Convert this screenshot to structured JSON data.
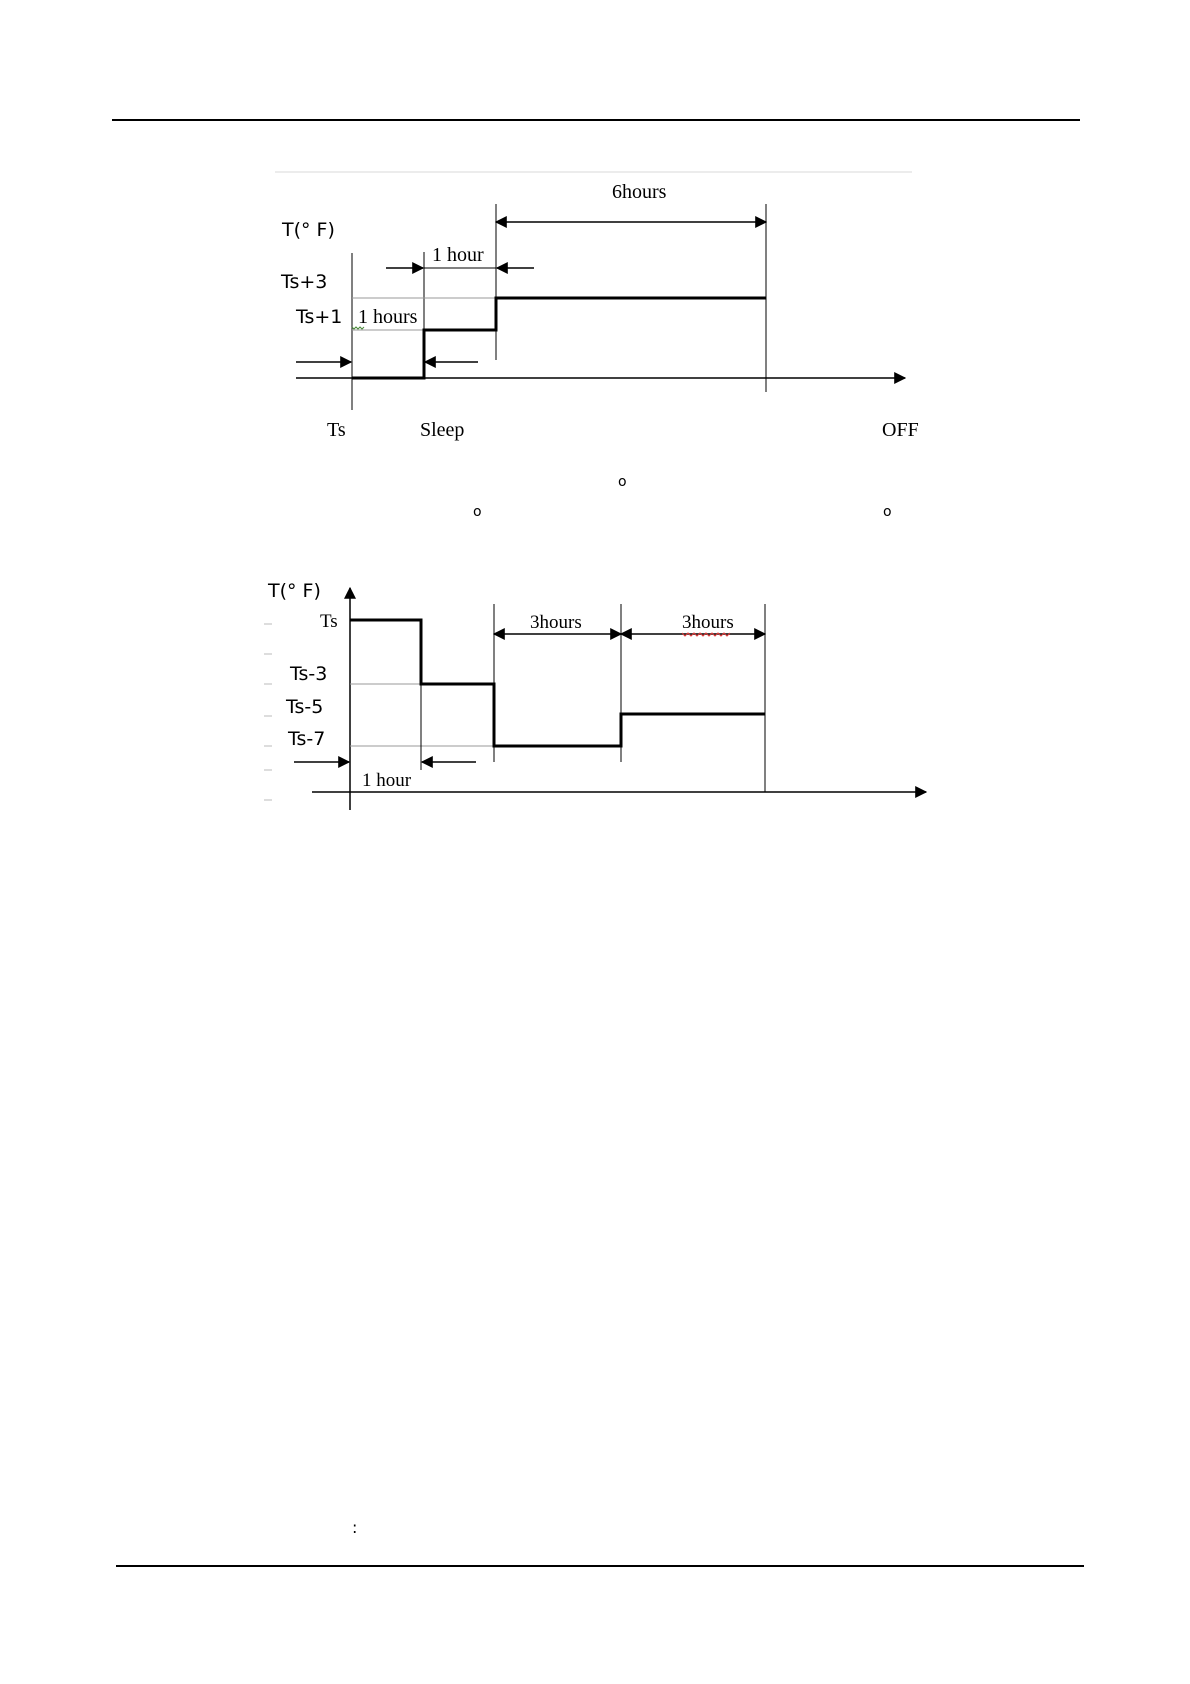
{
  "diagram1": {
    "y_axis_label": "T(° F)",
    "levels": [
      "Ts+3",
      "Ts+1"
    ],
    "spans": {
      "six_hours": "6hours",
      "one_hour_top": "1 hour",
      "one_hours_mid": "1 hours"
    },
    "x_labels": [
      "Ts",
      "Sleep",
      "OFF"
    ]
  },
  "diagram2": {
    "y_axis_label": "T(° F)",
    "levels": [
      "Ts",
      "Ts-3",
      "Ts-5",
      "Ts-7"
    ],
    "spans": {
      "three_hours_a": "3hours",
      "three_hours_b": "3hours",
      "one_hour": "1 hour"
    }
  },
  "marks": {
    "circle": "o",
    "colon": ":"
  }
}
